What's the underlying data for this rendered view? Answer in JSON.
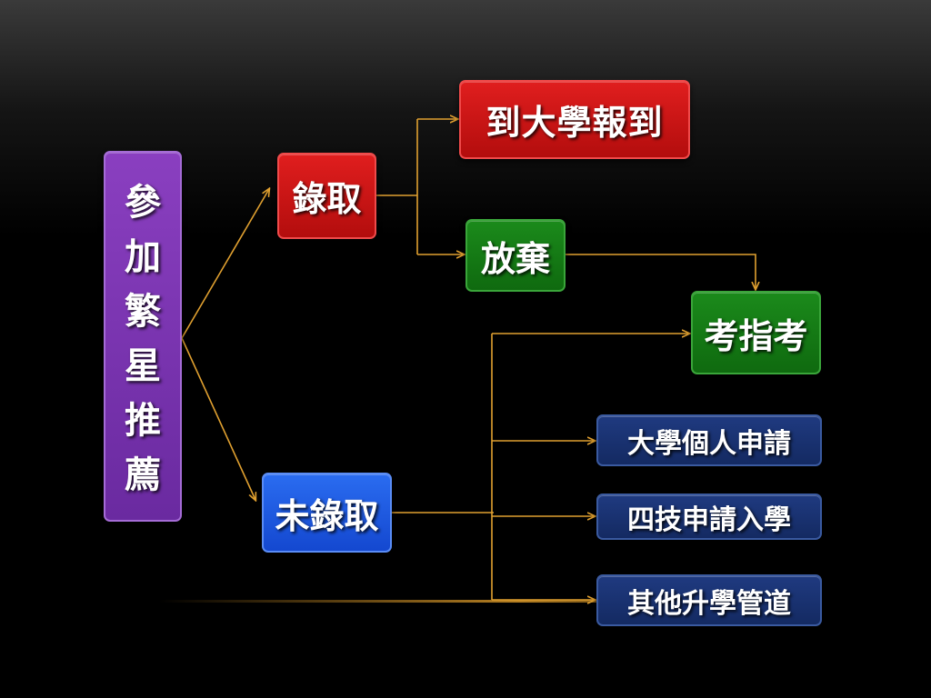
{
  "nodes": {
    "root": "參加繁星推薦",
    "admitted": "錄取",
    "not_admitted": "未錄取",
    "report": "到大學報到",
    "give_up": "放棄",
    "exam": "考指考",
    "personal_application": "大學個人申請",
    "tech_application": "四技申請入學",
    "other_paths": "其他升學管道"
  },
  "colors": {
    "connector": "#e0a030",
    "root": "#7b35b0",
    "admitted": "#c81616",
    "not_admitted": "#1f5ae0",
    "report": "#c81616",
    "give_up": "#137a13",
    "exam": "#137a13",
    "options": "#1a3270"
  }
}
